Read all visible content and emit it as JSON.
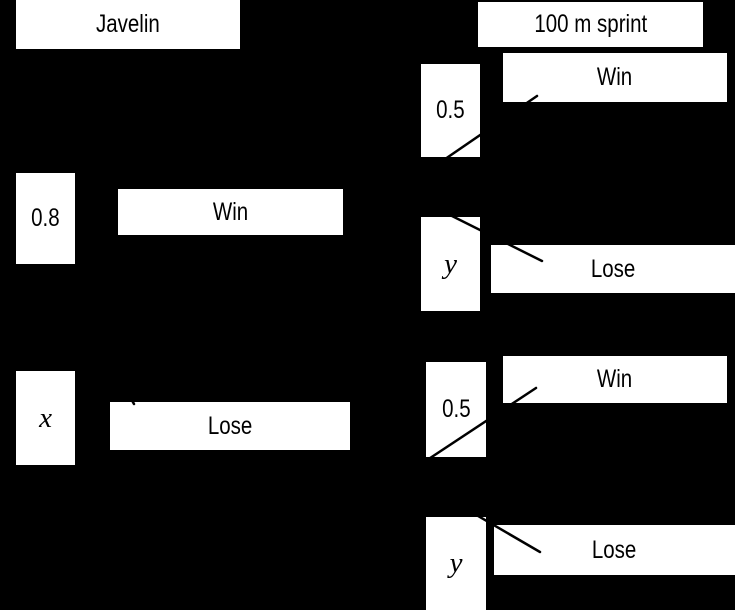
{
  "diagram_type": "probability-tree",
  "headers": {
    "stage1": "Javelin",
    "stage2": "100 m sprint"
  },
  "branches": {
    "javelin_win": {
      "prob": "0.8",
      "outcome": "Win"
    },
    "javelin_lose": {
      "prob": "x",
      "outcome": "Lose"
    },
    "sprint_win_after_win": {
      "prob": "0.5",
      "outcome": "Win"
    },
    "sprint_lose_after_win": {
      "prob": "y",
      "outcome": "Lose"
    },
    "sprint_win_after_lose": {
      "prob": "0.5",
      "outcome": "Win"
    },
    "sprint_lose_after_lose": {
      "prob": "y",
      "outcome": "Lose"
    }
  },
  "colors": {
    "background": "#000000",
    "box_fill": "#ffffff",
    "text": "#000000",
    "branch_line": "#000000"
  }
}
